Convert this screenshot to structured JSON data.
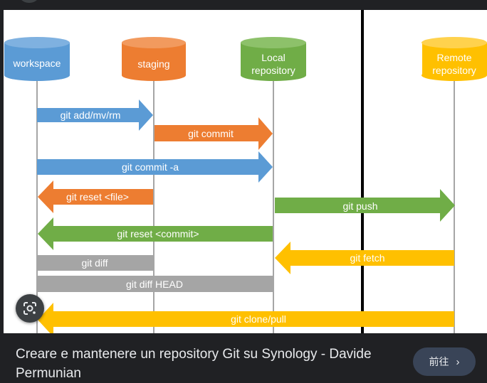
{
  "diagram": {
    "nodes": {
      "workspace": "workspace",
      "staging": "staging",
      "local_line1": "Local",
      "local_line2": "repository",
      "remote_line1": "Remote",
      "remote_line2": "repository"
    },
    "arrows": {
      "add": "git add/mv/rm",
      "commit": "git commit",
      "commit_a": "git commit -a",
      "reset_file": "git reset <file>",
      "push": "git push",
      "reset_commit": "git reset <commit>",
      "fetch": "git fetch",
      "diff": "git diff",
      "diff_head": "git diff HEAD",
      "clone_pull": "git clone/pull"
    },
    "colors": {
      "workspace": "#5b9bd5",
      "staging": "#ed7d31",
      "local": "#70ad47",
      "remote": "#ffc000",
      "gray": "#a5a5a5"
    }
  },
  "caption": {
    "title": "Creare e mantenere un repository Git su Synology - Davide Permunian",
    "visit_label": "前往",
    "visit_icon": "chevron-right-icon"
  },
  "lens_icon": "google-lens-icon"
}
